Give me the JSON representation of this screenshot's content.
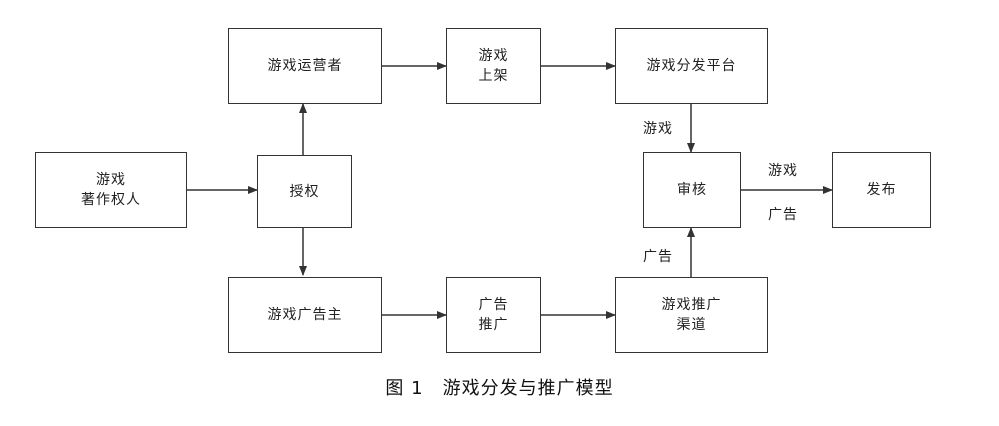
{
  "nodes": {
    "copyright_holder": [
      "游戏",
      "著作权人"
    ],
    "authorize": [
      "授权"
    ],
    "operator": [
      "游戏运营者"
    ],
    "listing": [
      "游戏",
      "上架"
    ],
    "distribution": [
      "游戏分发平台"
    ],
    "review": [
      "审核"
    ],
    "publish": [
      "发布"
    ],
    "advertiser": [
      "游戏广告主"
    ],
    "ad_promo": [
      "广告",
      "推广"
    ],
    "promo_channel": [
      "游戏推广",
      "渠道"
    ]
  },
  "edge_labels": {
    "platform_to_review": "游戏",
    "review_to_publish_top": "游戏",
    "review_to_publish_bottom": "广告",
    "channel_to_review": "广告"
  },
  "caption": "图 1　游戏分发与推广模型"
}
